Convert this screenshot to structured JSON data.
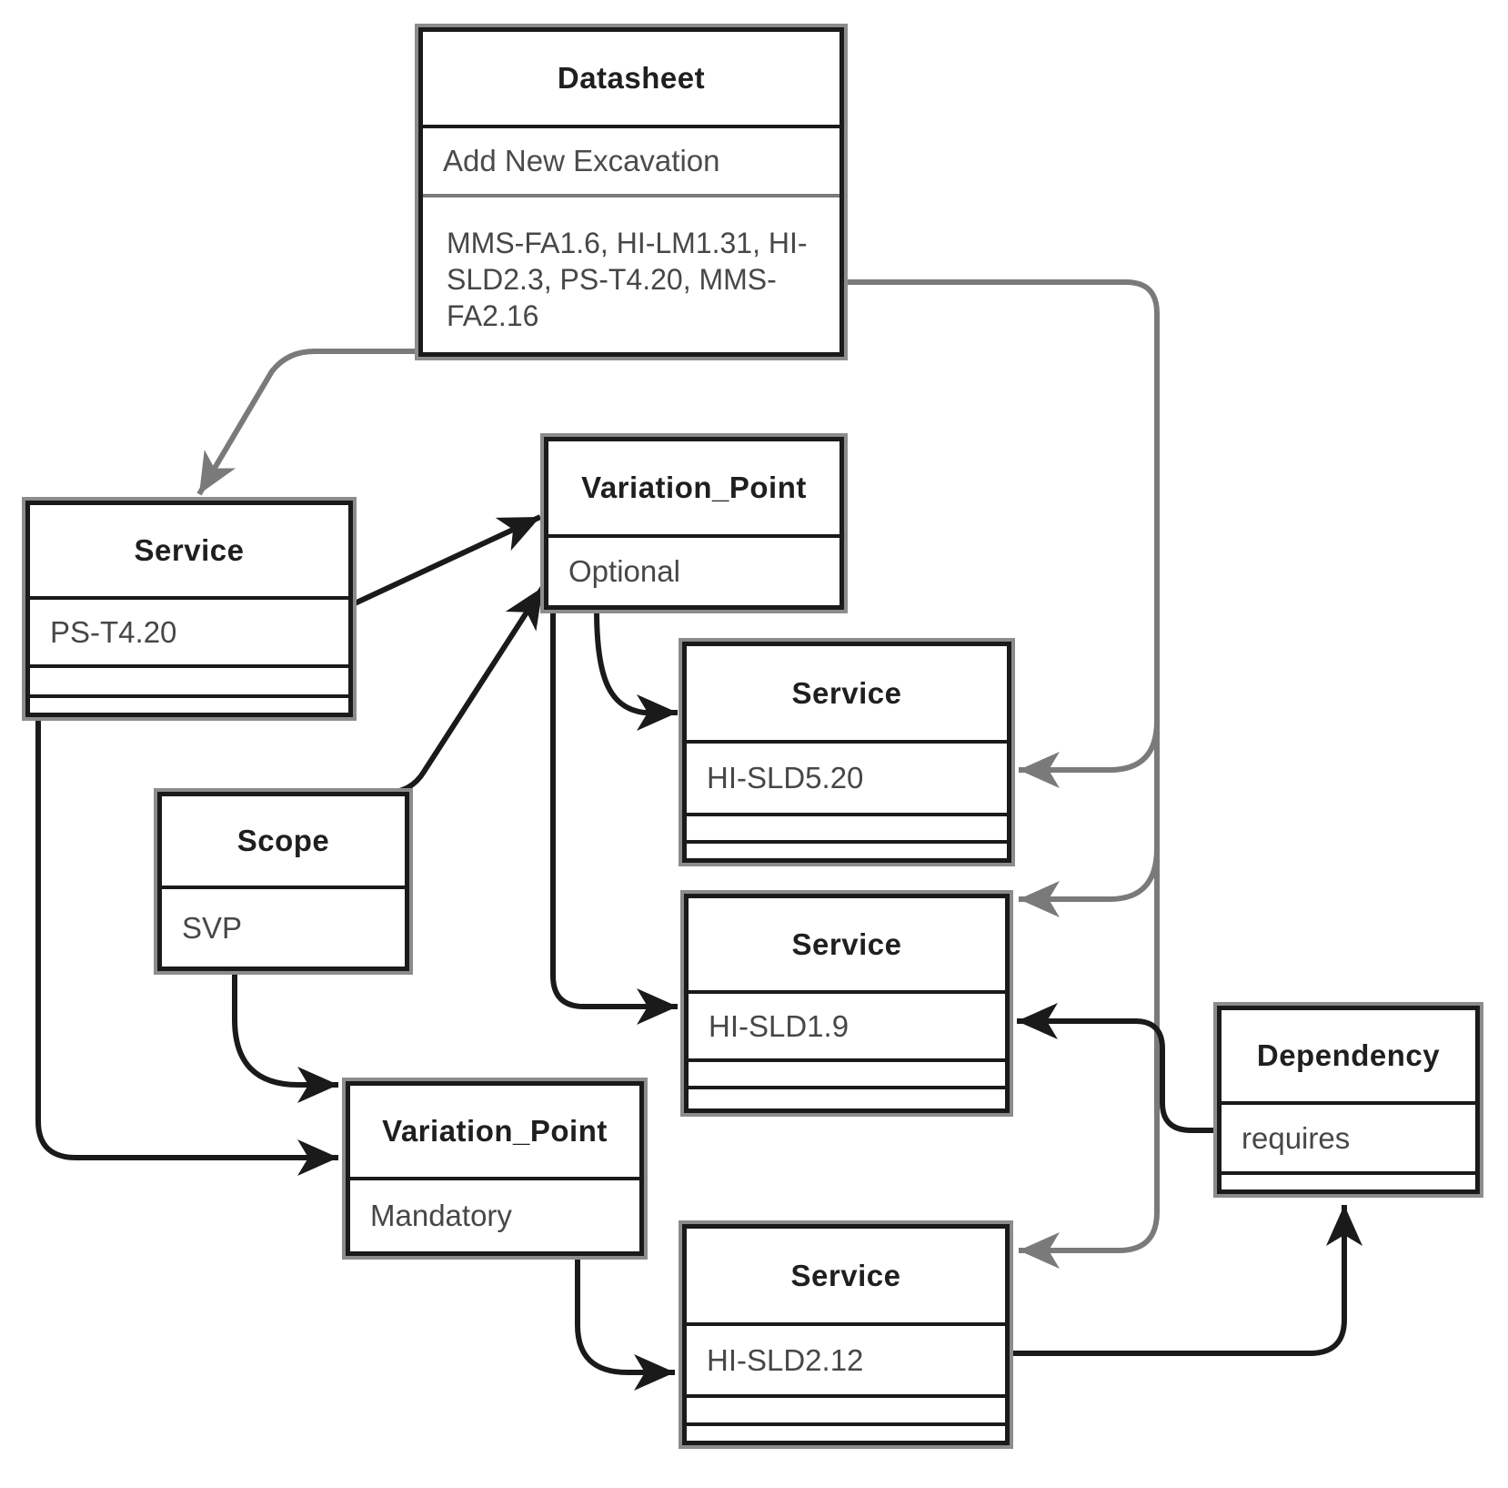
{
  "diagram": {
    "type": "uml-class-diagram",
    "colors": {
      "edge_black": "#1a1a1a",
      "edge_gray": "#7a7a7a",
      "node_border": "#1a1a1a",
      "node_outline": "#8c8c8c",
      "background": "#ffffff",
      "title_text": "#1f1f1f",
      "value_text": "#474747"
    },
    "nodes": {
      "datasheet": {
        "title": "Datasheet",
        "operation": "Add New Excavation",
        "attributes": "MMS-FA1.6, HI-LM1.31, HI-SLD2.3, PS-T4.20, MMS-FA2.16"
      },
      "service_ps_t420": {
        "title": "Service",
        "value": "PS-T4.20"
      },
      "variation_point_optional": {
        "title": "Variation_Point",
        "value": "Optional"
      },
      "service_hi_sld520": {
        "title": "Service",
        "value": "HI-SLD5.20"
      },
      "scope_svp": {
        "title": "Scope",
        "value": "SVP"
      },
      "service_hi_sld19": {
        "title": "Service",
        "value": "HI-SLD1.9"
      },
      "variation_point_mandatory": {
        "title": "Variation_Point",
        "value": "Mandatory"
      },
      "dependency_requires": {
        "title": "Dependency",
        "value": "requires"
      },
      "service_hi_sld212": {
        "title": "Service",
        "value": "HI-SLD2.12"
      }
    },
    "edges": [
      {
        "from": "datasheet",
        "to": "service_ps_t420",
        "style": "gray"
      },
      {
        "from": "datasheet",
        "to": "service_hi_sld520",
        "style": "gray"
      },
      {
        "from": "datasheet",
        "to": "service_hi_sld19",
        "style": "gray"
      },
      {
        "from": "datasheet",
        "to": "service_hi_sld212",
        "style": "gray"
      },
      {
        "from": "service_ps_t420",
        "to": "variation_point_optional",
        "style": "black"
      },
      {
        "from": "scope_svp",
        "to": "variation_point_optional",
        "style": "black"
      },
      {
        "from": "variation_point_optional",
        "to": "service_hi_sld520",
        "style": "black"
      },
      {
        "from": "variation_point_optional",
        "to": "service_hi_sld19",
        "style": "black"
      },
      {
        "from": "scope_svp",
        "to": "variation_point_mandatory",
        "style": "black"
      },
      {
        "from": "service_ps_t420",
        "to": "variation_point_mandatory",
        "style": "black"
      },
      {
        "from": "variation_point_mandatory",
        "to": "service_hi_sld212",
        "style": "black"
      },
      {
        "from": "dependency_requires",
        "to": "service_hi_sld19",
        "style": "black"
      },
      {
        "from": "service_hi_sld212",
        "to": "dependency_requires",
        "style": "black"
      }
    ]
  }
}
